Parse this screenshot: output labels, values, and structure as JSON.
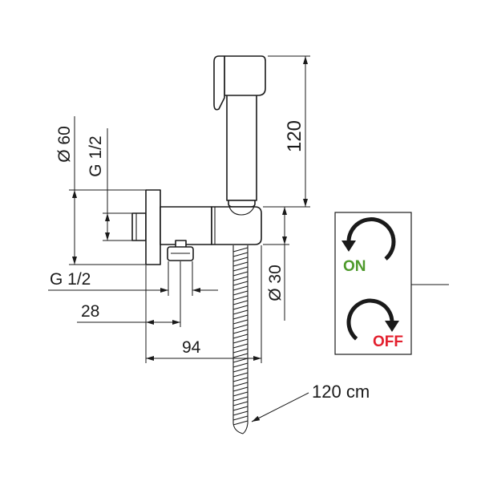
{
  "dimensions": {
    "diameter_flange": "Ø 60",
    "thread_inlet": "G 1/2",
    "height_handshower": "120",
    "diameter_body": "Ø 30",
    "thread_outlet": "G 1/2",
    "offset_outlet": "28",
    "projection": "94",
    "hose_length": "120 cm"
  },
  "controls": {
    "on_label": "ON",
    "off_label": "OFF",
    "on_color": "#4e9a2c",
    "off_color": "#e3202e",
    "on_icon": "counterclockwise-arrow-icon",
    "off_icon": "clockwise-arrow-icon"
  }
}
